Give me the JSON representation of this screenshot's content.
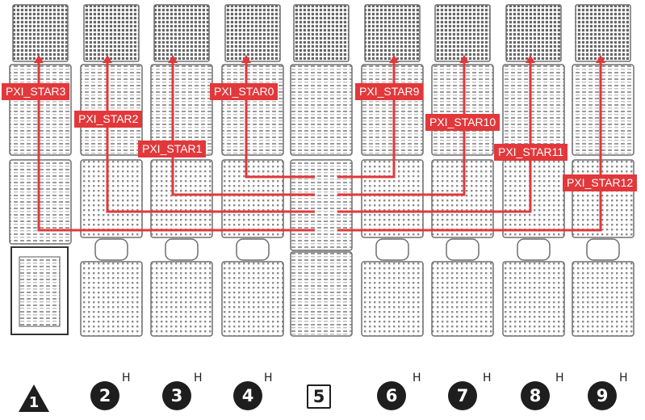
{
  "signals": [
    {
      "label": "PXI_STAR3"
    },
    {
      "label": "PXI_STAR2"
    },
    {
      "label": "PXI_STAR1"
    },
    {
      "label": "PXI_STAR0"
    },
    {
      "label": "PXI_STAR9"
    },
    {
      "label": "PXI_STAR10"
    },
    {
      "label": "PXI_STAR11"
    },
    {
      "label": "PXI_STAR12"
    }
  ],
  "slots": [
    {
      "number": "1",
      "marker": "",
      "shape": "triangle"
    },
    {
      "number": "2",
      "marker": "H",
      "shape": "circle"
    },
    {
      "number": "3",
      "marker": "H",
      "shape": "circle"
    },
    {
      "number": "4",
      "marker": "H",
      "shape": "circle"
    },
    {
      "number": "5",
      "marker": "",
      "shape": "square"
    },
    {
      "number": "6",
      "marker": "H",
      "shape": "circle"
    },
    {
      "number": "7",
      "marker": "H",
      "shape": "circle"
    },
    {
      "number": "8",
      "marker": "H",
      "shape": "circle"
    },
    {
      "number": "9",
      "marker": "H",
      "shape": "circle"
    }
  ],
  "colors": {
    "route": "#e2383b",
    "connector": "#6f6f6f",
    "slot_badge": "#1e1e1e"
  }
}
